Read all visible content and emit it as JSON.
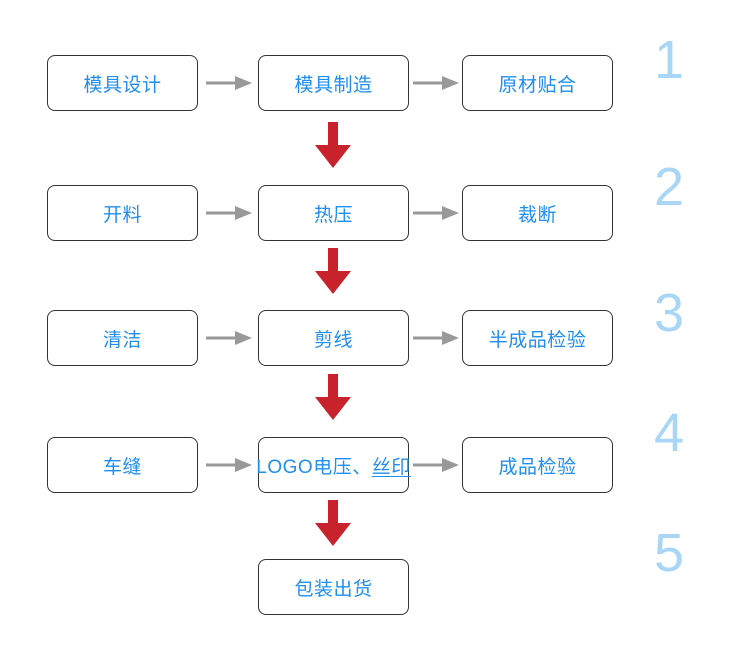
{
  "colors": {
    "background": "#ffffff",
    "box_border": "#333333",
    "box_fill": "#ffffff",
    "box_text": "#1e8ff0",
    "arrow_gray": "#999999",
    "arrow_red": "#c8232c",
    "step_number": "#a9d6f6"
  },
  "flow": {
    "type": "process-flowchart",
    "rows": [
      {
        "step": "1",
        "boxes": [
          {
            "label": "模具设计"
          },
          {
            "label": "模具制造"
          },
          {
            "label": "原材贴合"
          }
        ]
      },
      {
        "step": "2",
        "boxes": [
          {
            "label": "开料"
          },
          {
            "label": "热压"
          },
          {
            "label": "裁断"
          }
        ]
      },
      {
        "step": "3",
        "boxes": [
          {
            "label": "清洁"
          },
          {
            "label": "剪线"
          },
          {
            "label": "半成品检验"
          }
        ]
      },
      {
        "step": "4",
        "boxes": [
          {
            "label": "车缝"
          },
          {
            "label": "LOGO电压、",
            "underlined": "丝印"
          },
          {
            "label": "成品检验"
          }
        ]
      },
      {
        "step": "5",
        "boxes": [
          {
            "label": "包装出货"
          }
        ]
      }
    ]
  }
}
